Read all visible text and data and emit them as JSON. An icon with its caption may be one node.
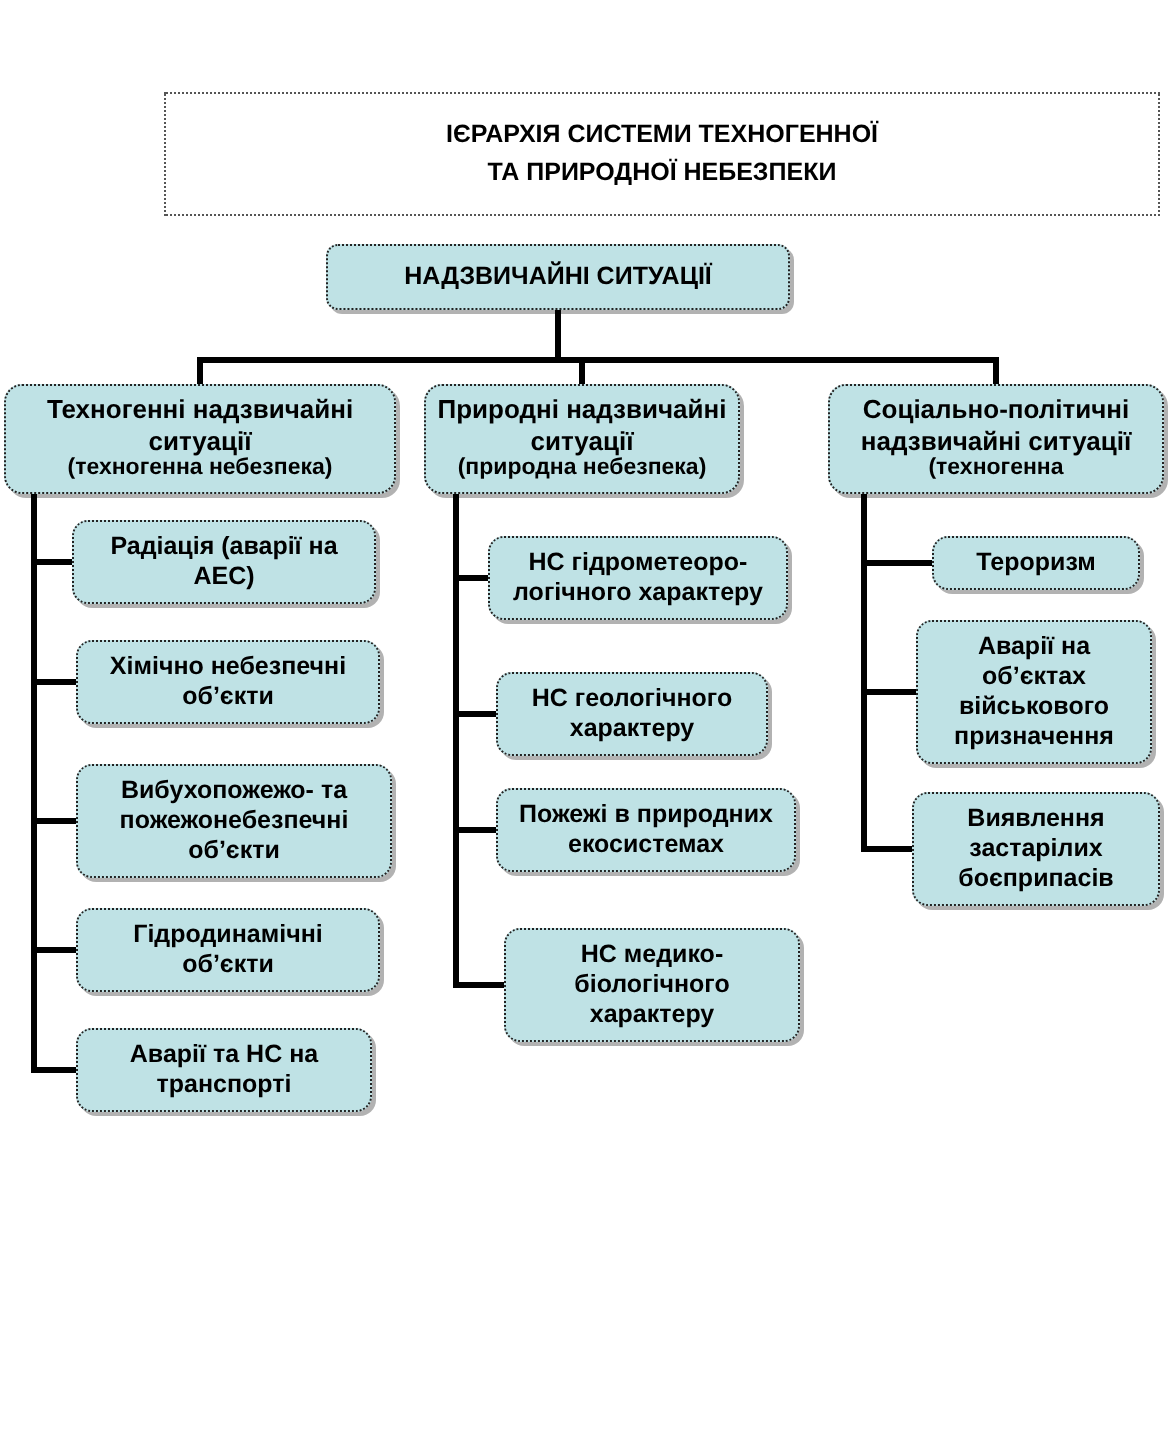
{
  "diagram": {
    "title": "ІЄРАРХІЯ СИСТЕМИ ТЕХНОГЕННОЇ ТА ПРИРОДНОЇ НЕБЕЗПЕКИ",
    "nodes": [
      {
        "text": [
          "НАДЗВИЧАЙНІ СИТУАЦІЇ"
        ]
      },
      {
        "text": [
          "Техногенні надзвичайні ситуації",
          "(техногенна небезпека)"
        ]
      },
      {
        "text": [
          "Природні надзвичайні ситуації",
          "(природна небезпека)"
        ]
      },
      {
        "text": [
          "Соціально-політичні надзвичайні ситуації",
          "(техногенна"
        ]
      },
      {
        "text": [
          "Радіація (аварії на АЕС)"
        ]
      },
      {
        "text": [
          "Хімічно небезпечні об’єкти"
        ]
      },
      {
        "text": [
          "Вибухопожежо- та пожежонебезпечні об’єкти"
        ]
      },
      {
        "text": [
          "Гідродинамічні об’єкти"
        ]
      },
      {
        "text": [
          "Аварії та НС на транспорті"
        ]
      },
      {
        "text": [
          "НС гідрометеоро- логічного характеру"
        ]
      },
      {
        "text": [
          "НС геологічного характеру"
        ]
      },
      {
        "text": [
          "Пожежі в природних екосистемах"
        ]
      },
      {
        "text": [
          "НС медико- біологічного характеру"
        ]
      },
      {
        "text": [
          "Тероризм"
        ]
      },
      {
        "text": [
          "Аварії на об’єктах військового призначення"
        ]
      },
      {
        "text": [
          "Виявлення застарілих боєприпасів"
        ]
      }
    ],
    "edges": [
      {
        "from": 0,
        "to": 1,
        "arrow": "none"
      },
      {
        "from": 0,
        "to": 2,
        "arrow": "none"
      },
      {
        "from": 0,
        "to": 3,
        "arrow": "none"
      },
      {
        "from": 1,
        "to": 4,
        "arrow": "none"
      },
      {
        "from": 1,
        "to": 5,
        "arrow": "none"
      },
      {
        "from": 1,
        "to": 6,
        "arrow": "none"
      },
      {
        "from": 1,
        "to": 7,
        "arrow": "none"
      },
      {
        "from": 1,
        "to": 8,
        "arrow": "none"
      },
      {
        "from": 2,
        "to": 9,
        "arrow": "none"
      },
      {
        "from": 2,
        "to": 10,
        "arrow": "none"
      },
      {
        "from": 2,
        "to": 11,
        "arrow": "none"
      },
      {
        "from": 2,
        "to": 12,
        "arrow": "none"
      },
      {
        "from": 3,
        "to": 13,
        "arrow": "none"
      },
      {
        "from": 3,
        "to": 14,
        "arrow": "none"
      },
      {
        "from": 3,
        "to": 15,
        "arrow": "none"
      }
    ]
  }
}
